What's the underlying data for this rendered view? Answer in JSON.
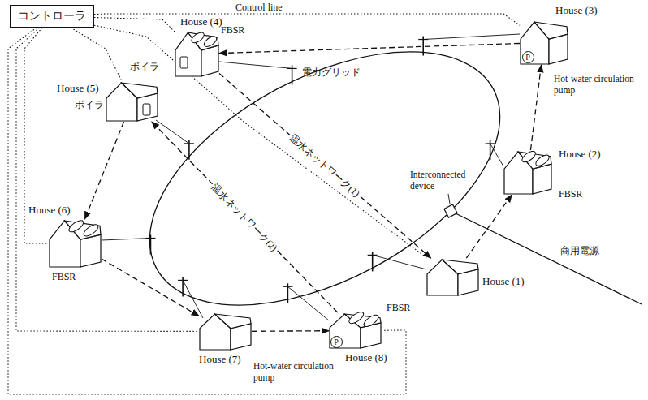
{
  "diagram": {
    "nodes": [
      {
        "text": [
          "コントローラ"
        ]
      },
      {
        "text": [
          "House (1)"
        ]
      },
      {
        "text": [
          "House (2)"
        ]
      },
      {
        "text": [
          "House (3)"
        ]
      },
      {
        "text": [
          "House (4)"
        ]
      },
      {
        "text": [
          "House (5)"
        ]
      },
      {
        "text": [
          "House (6)"
        ]
      },
      {
        "text": [
          "House (7)"
        ]
      },
      {
        "text": [
          "House (8)"
        ]
      }
    ],
    "edges": [
      {
        "from": 4,
        "to": 1,
        "arrow": "to",
        "label": "温水ネットワーク(1)"
      },
      {
        "from": 1,
        "to": 2,
        "arrow": "to"
      },
      {
        "from": 2,
        "to": 3,
        "arrow": "to"
      },
      {
        "from": 3,
        "to": 4,
        "arrow": "to"
      },
      {
        "from": 5,
        "to": 6,
        "arrow": "to"
      },
      {
        "from": 6,
        "to": 7,
        "arrow": "to"
      },
      {
        "from": 7,
        "to": 8,
        "arrow": "to"
      },
      {
        "from": 8,
        "to": 5,
        "arrow": "to",
        "label": "温水ネットワーク(2)"
      },
      {
        "from": 0,
        "to": 3,
        "arrow": "none"
      },
      {
        "from": 0,
        "to": 4,
        "arrow": "none"
      },
      {
        "from": 0,
        "to": 1,
        "arrow": "none"
      },
      {
        "from": 0,
        "to": 5,
        "arrow": "none"
      },
      {
        "from": 0,
        "to": 6,
        "arrow": "none"
      },
      {
        "from": 0,
        "to": 7,
        "arrow": "none"
      },
      {
        "from": 0,
        "to": 8,
        "arrow": "none"
      }
    ],
    "labels": [
      "Control line",
      "ボイラ",
      "FBSR",
      "Hot-water circulation pump",
      "P",
      "FBSR",
      "電力グリッド",
      "Interconnected device",
      "商用電源",
      "ボイラ",
      "FBSR",
      "FBSR",
      "P",
      "Hot-water circulation pump"
    ]
  }
}
